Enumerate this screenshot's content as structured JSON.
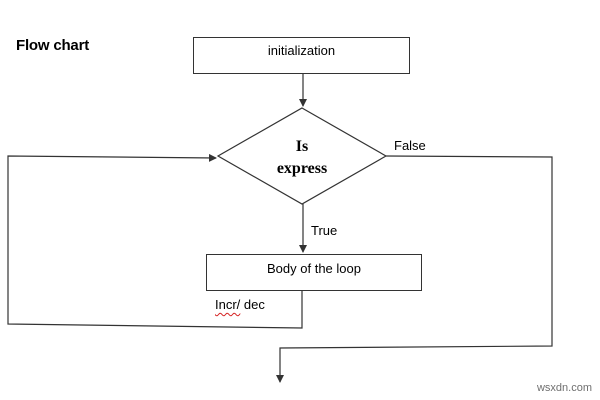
{
  "flowchart": {
    "title": "Flow chart",
    "nodes": {
      "initialization": "initialization",
      "condition_line1": "Is",
      "condition_line2": "express",
      "body": "Body of the loop"
    },
    "edge_labels": {
      "false": "False",
      "true": "True",
      "incr_part1": "Incr/",
      "incr_part2": "dec"
    }
  },
  "watermark": "wsxdn.com",
  "colors": {
    "line": "#333333",
    "spellcheck_underline": "#d42020"
  }
}
